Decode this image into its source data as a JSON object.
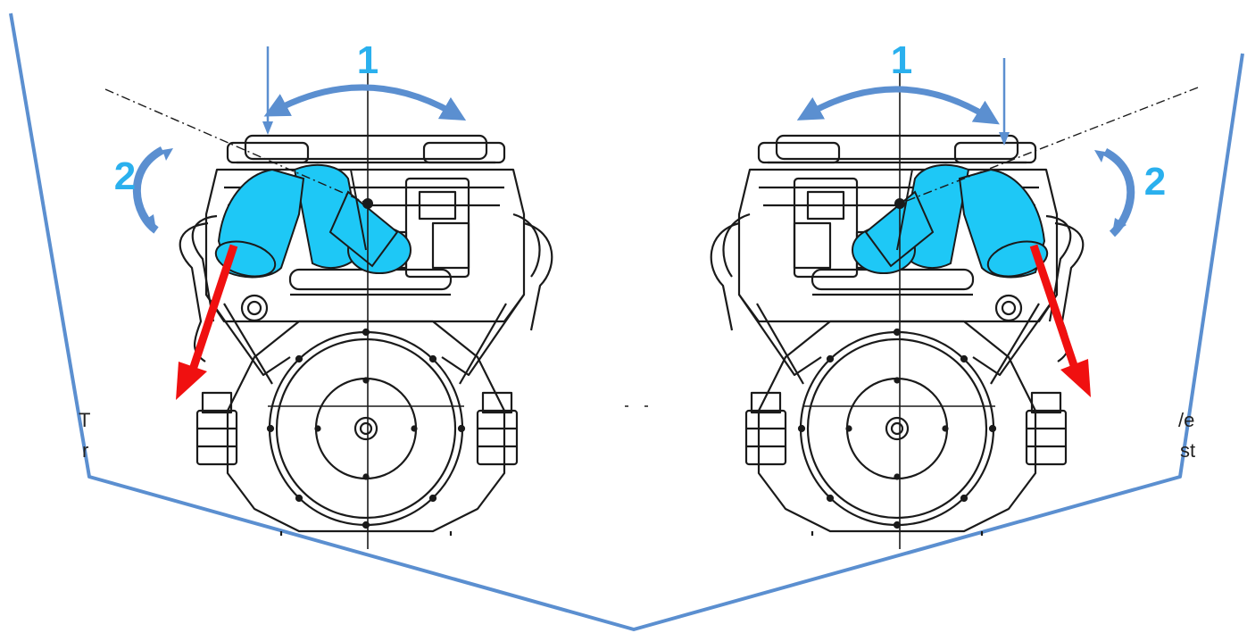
{
  "diagram": {
    "labels": {
      "rotation_axis": "1",
      "rotation_tilt": "2"
    },
    "clipped_text": {
      "left_top": "T",
      "left_bottom": "r",
      "right_top": "/e",
      "right_bottom": "st"
    },
    "colors": {
      "hull_line": "#5b8fd0",
      "label_blue": "#2ab0ee",
      "arrow_blue": "#5b8fd0",
      "pipe_cyan": "#1ec8f6",
      "thrust_red": "#f01010",
      "line_drawing": "#1a1a1a"
    },
    "engines": [
      {
        "side": "left",
        "pipe_direction": "port",
        "icon": "engine-front-view-icon"
      },
      {
        "side": "right",
        "pipe_direction": "starboard",
        "icon": "engine-front-view-icon"
      }
    ]
  }
}
